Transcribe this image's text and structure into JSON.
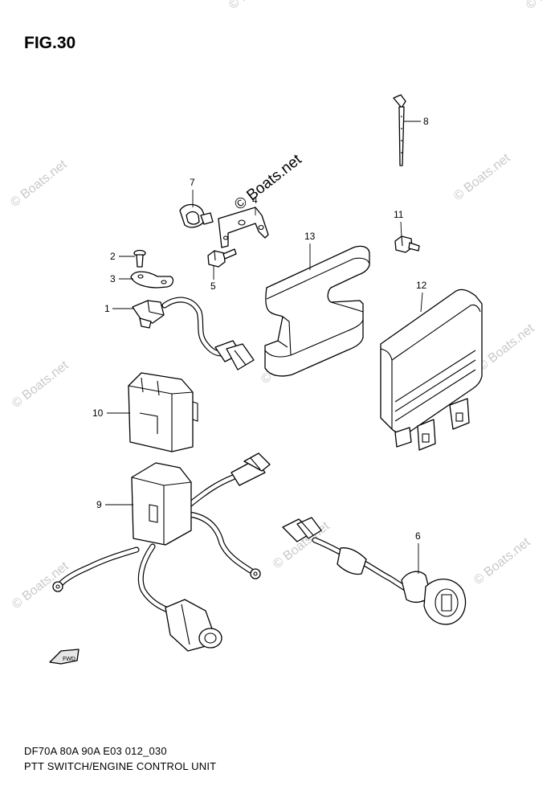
{
  "figure": {
    "title": "FIG.30"
  },
  "footer": {
    "line1": "DF70A 80A 90A E03 012_030",
    "line2": "PTT SWITCH/ENGINE CONTROL UNIT"
  },
  "watermark": {
    "main": "© Boats.net",
    "repeat": "© Boats.net"
  },
  "fwd_label": "FWD",
  "callouts": [
    "1",
    "2",
    "3",
    "4",
    "5",
    "6",
    "7",
    "8",
    "9",
    "10",
    "11",
    "12",
    "13"
  ]
}
